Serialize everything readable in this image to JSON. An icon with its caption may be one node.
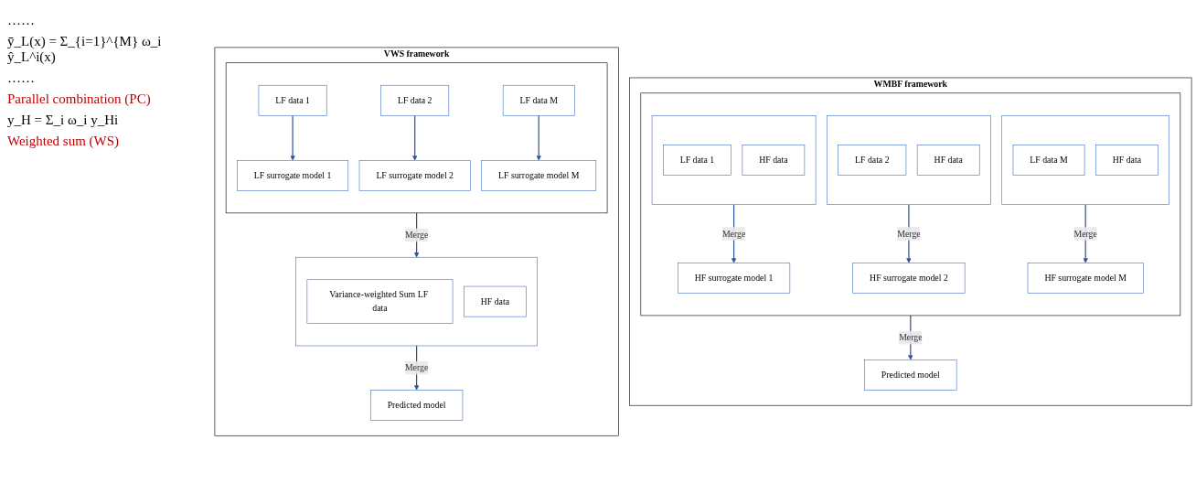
{
  "diagram": {
    "nodes": [
      {
        "text": [
          "VWS framework"
        ]
      },
      {
        "text": [],
        "shape": "box",
        "in": 0
      },
      {
        "text": [
          "LF data 1"
        ],
        "in": 1
      },
      {
        "text": [
          "LF data 2"
        ],
        "in": 1
      },
      {
        "text": [
          "LF data M"
        ],
        "in": 1
      },
      {
        "text": [
          "LF surrogate model 1"
        ],
        "in": 1
      },
      {
        "text": [
          "LF surrogate model 2"
        ],
        "in": 1
      },
      {
        "text": [
          "LF surrogate model M"
        ],
        "in": 1
      },
      {
        "text": [],
        "shape": "box",
        "in": 0
      },
      {
        "text": [
          "Variance-weighted Sum LF data"
        ],
        "in": 8
      },
      {
        "text": [
          "HF data"
        ],
        "in": 8
      },
      {
        "text": [
          "Predicted model"
        ],
        "in": 0
      },
      {
        "text": [
          "WMBF framework"
        ]
      },
      {
        "text": [],
        "shape": "box",
        "in": 12
      },
      {
        "text": [],
        "shape": "box",
        "in": 13
      },
      {
        "text": [
          "LF data 1"
        ],
        "in": 14
      },
      {
        "text": [
          "HF data"
        ],
        "in": 14
      },
      {
        "text": [],
        "shape": "box",
        "in": 13
      },
      {
        "text": [
          "LF data 2"
        ],
        "in": 17
      },
      {
        "text": [
          "HF data"
        ],
        "in": 17
      },
      {
        "text": [],
        "shape": "box",
        "in": 13
      },
      {
        "text": [
          "LF data M"
        ],
        "in": 20
      },
      {
        "text": [
          "HF data"
        ],
        "in": 20
      },
      {
        "text": [
          "HF surrogate model 1"
        ],
        "in": 13
      },
      {
        "text": [
          "HF surrogate model 2"
        ],
        "in": 13
      },
      {
        "text": [
          "HF surrogate model M"
        ],
        "in": 13
      },
      {
        "text": [
          "Predicted model"
        ],
        "in": 12
      }
    ],
    "edges": [
      {
        "from": 2,
        "to": 5,
        "arrow": "to"
      },
      {
        "from": 3,
        "to": 6,
        "arrow": "to"
      },
      {
        "from": 4,
        "to": 7,
        "arrow": "to"
      },
      {
        "from": 1,
        "to": 8,
        "arrow": "to",
        "label": "Merge"
      },
      {
        "from": 8,
        "to": 11,
        "arrow": "to",
        "label": "Merge"
      },
      {
        "from": 14,
        "to": 23,
        "arrow": "to",
        "label": "Merge"
      },
      {
        "from": 17,
        "to": 24,
        "arrow": "to",
        "label": "Merge"
      },
      {
        "from": 20,
        "to": 25,
        "arrow": "to",
        "label": "Merge"
      },
      {
        "from": 13,
        "to": 26,
        "arrow": "to",
        "label": "Merge"
      }
    ],
    "labels": [
      "……",
      "ȳ_L(x) = Σ_{i=1}^{M} ω_i ŷ_L^i(x)",
      "……",
      "Parallel combination (PC)",
      "y_H = Σ_i ω_i y_Hi",
      "Weighted sum (WS)"
    ]
  }
}
